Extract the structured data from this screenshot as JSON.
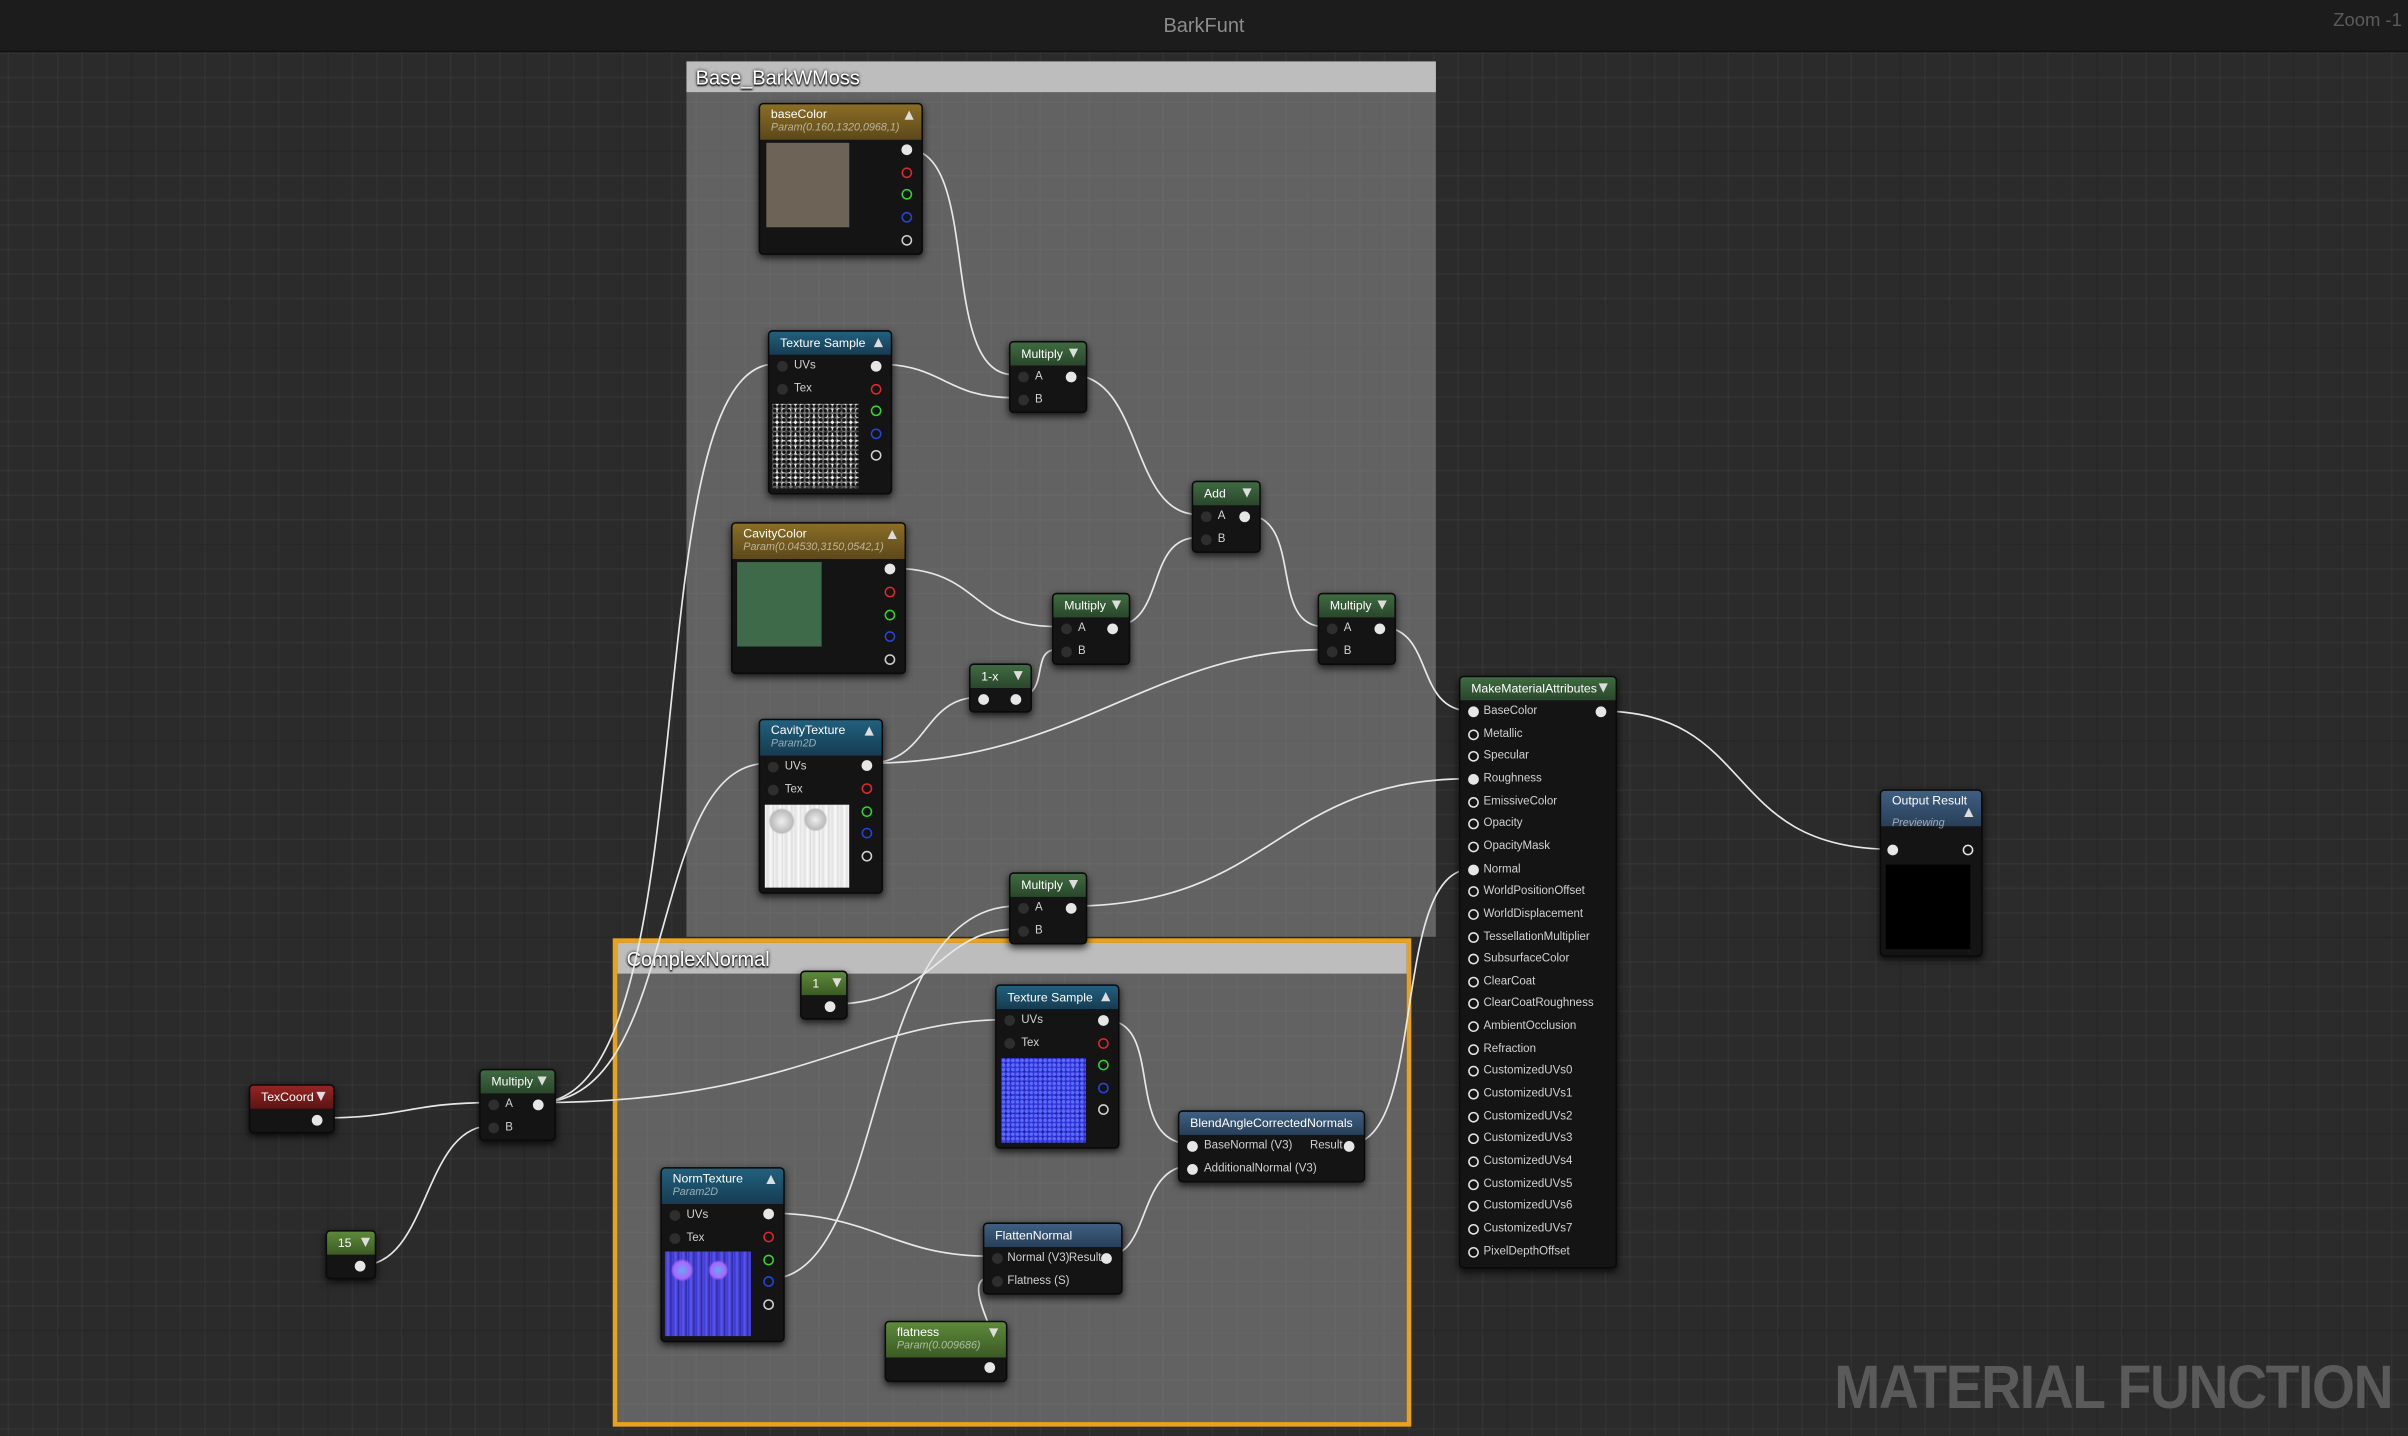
{
  "window": {
    "title": "BarkFunt",
    "zoom": "Zoom -1"
  },
  "watermark": "MATERIAL FUNCTION",
  "comments": {
    "base": "Base_BarkWMoss",
    "complex": "ComplexNormal"
  },
  "nodes": {
    "baseColor": {
      "title": "baseColor",
      "subtitle": "Param(0.160,1320,0968,1)",
      "swatch": "#6e6357"
    },
    "texSample1": {
      "title": "Texture Sample",
      "pins": [
        "UVs",
        "Tex"
      ]
    },
    "multiply1": {
      "title": "Multiply",
      "pins": [
        "A",
        "B"
      ]
    },
    "add": {
      "title": "Add",
      "pins": [
        "A",
        "B"
      ]
    },
    "cavityColor": {
      "title": "CavityColor",
      "subtitle": "Param(0.04530,3150,0542,1)",
      "swatch": "#3f6a49"
    },
    "multiply2": {
      "title": "Multiply",
      "pins": [
        "A",
        "B"
      ]
    },
    "multiply3": {
      "title": "Multiply",
      "pins": [
        "A",
        "B"
      ]
    },
    "oneMinus": {
      "title": "1-x"
    },
    "cavityTexture": {
      "title": "CavityTexture",
      "subtitle": "Param2D",
      "pins": [
        "UVs",
        "Tex"
      ]
    },
    "makeMaterialAttributes": {
      "title": "MakeMaterialAttributes",
      "pins": [
        "BaseColor",
        "Metallic",
        "Specular",
        "Roughness",
        "EmissiveColor",
        "Opacity",
        "OpacityMask",
        "Normal",
        "WorldPositionOffset",
        "WorldDisplacement",
        "TessellationMultiplier",
        "SubsurfaceColor",
        "ClearCoat",
        "ClearCoatRoughness",
        "AmbientOcclusion",
        "Refraction",
        "CustomizedUVs0",
        "CustomizedUVs1",
        "CustomizedUVs2",
        "CustomizedUVs3",
        "CustomizedUVs4",
        "CustomizedUVs5",
        "CustomizedUVs6",
        "CustomizedUVs7",
        "PixelDepthOffset"
      ]
    },
    "outputResult": {
      "title": "Output Result",
      "subtitle": "Previewing"
    },
    "multiply4": {
      "title": "Multiply",
      "pins": [
        "A",
        "B"
      ]
    },
    "constOne": {
      "title": "1"
    },
    "texSample2": {
      "title": "Texture Sample",
      "pins": [
        "UVs",
        "Tex"
      ]
    },
    "blend": {
      "title": "BlendAngleCorrectedNormals",
      "pins": [
        "BaseNormal (V3)",
        "AdditionalNormal (V3)"
      ],
      "output": "Result"
    },
    "normTexture": {
      "title": "NormTexture",
      "subtitle": "Param2D",
      "pins": [
        "UVs",
        "Tex"
      ]
    },
    "flattenNormal": {
      "title": "FlattenNormal",
      "pins": [
        "Normal (V3)",
        "Flatness (S)"
      ],
      "output": "Result"
    },
    "flatness": {
      "title": "flatness",
      "subtitle": "Param(0.009686)"
    },
    "texCoord": {
      "title": "TexCoord"
    },
    "multiply5": {
      "title": "Multiply",
      "pins": [
        "A",
        "B"
      ]
    },
    "const15": {
      "title": "15"
    }
  }
}
